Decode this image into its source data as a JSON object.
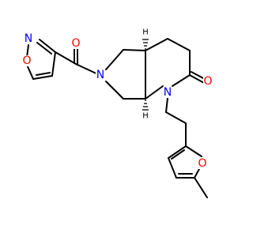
{
  "molecule": {
    "atom_labels": {
      "o_carbonyl_top": "O",
      "n_isoxazole": "N",
      "o_isoxazole": "O",
      "n_piperidine": "N",
      "h_stereo_top": "H",
      "h_stereo_bottom": "H",
      "n_lactam": "N",
      "o_lactam": "O",
      "o_furan": "O"
    },
    "colors": {
      "bond": "#000000",
      "nitrogen": "#0000ff",
      "oxygen": "#ff0000",
      "carbon_hydrogen": "#000000"
    }
  }
}
